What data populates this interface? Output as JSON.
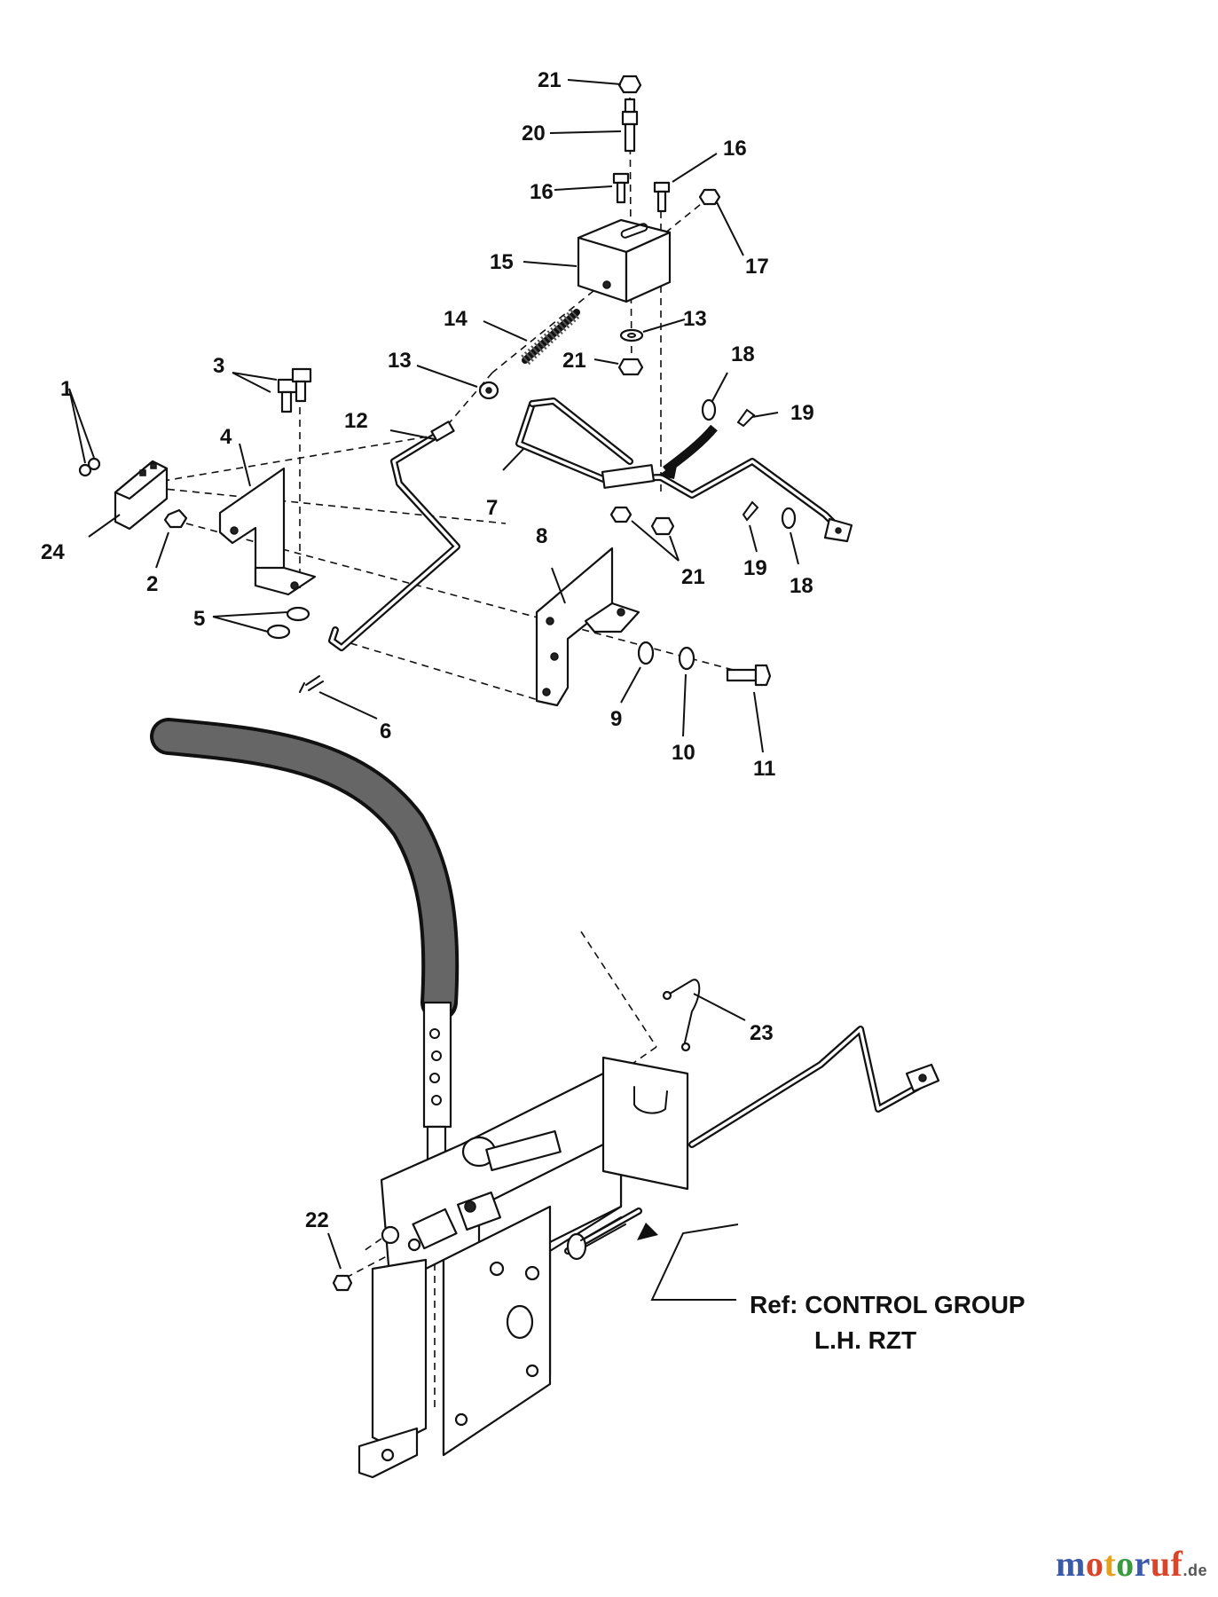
{
  "callouts": {
    "c1": "1",
    "c2": "2",
    "c3": "3",
    "c4": "4",
    "c5": "5",
    "c6": "6",
    "c7": "7",
    "c8": "8",
    "c9": "9",
    "c10": "10",
    "c11": "11",
    "c12": "12",
    "c13a": "13",
    "c13b": "13",
    "c14": "14",
    "c15": "15",
    "c16a": "16",
    "c16b": "16",
    "c17": "17",
    "c18a": "18",
    "c18b": "18",
    "c19a": "19",
    "c19b": "19",
    "c20": "20",
    "c21a": "21",
    "c21b": "21",
    "c21c": "21",
    "c22": "22",
    "c23": "23",
    "c24": "24"
  },
  "reference": {
    "line1": "Ref: CONTROL GROUP",
    "line2": "L.H. RZT"
  },
  "watermark": {
    "l1": "m",
    "l2": "o",
    "l3": "t",
    "l4": "o",
    "l5": "r",
    "l6": "uf",
    "tld": ".de"
  }
}
